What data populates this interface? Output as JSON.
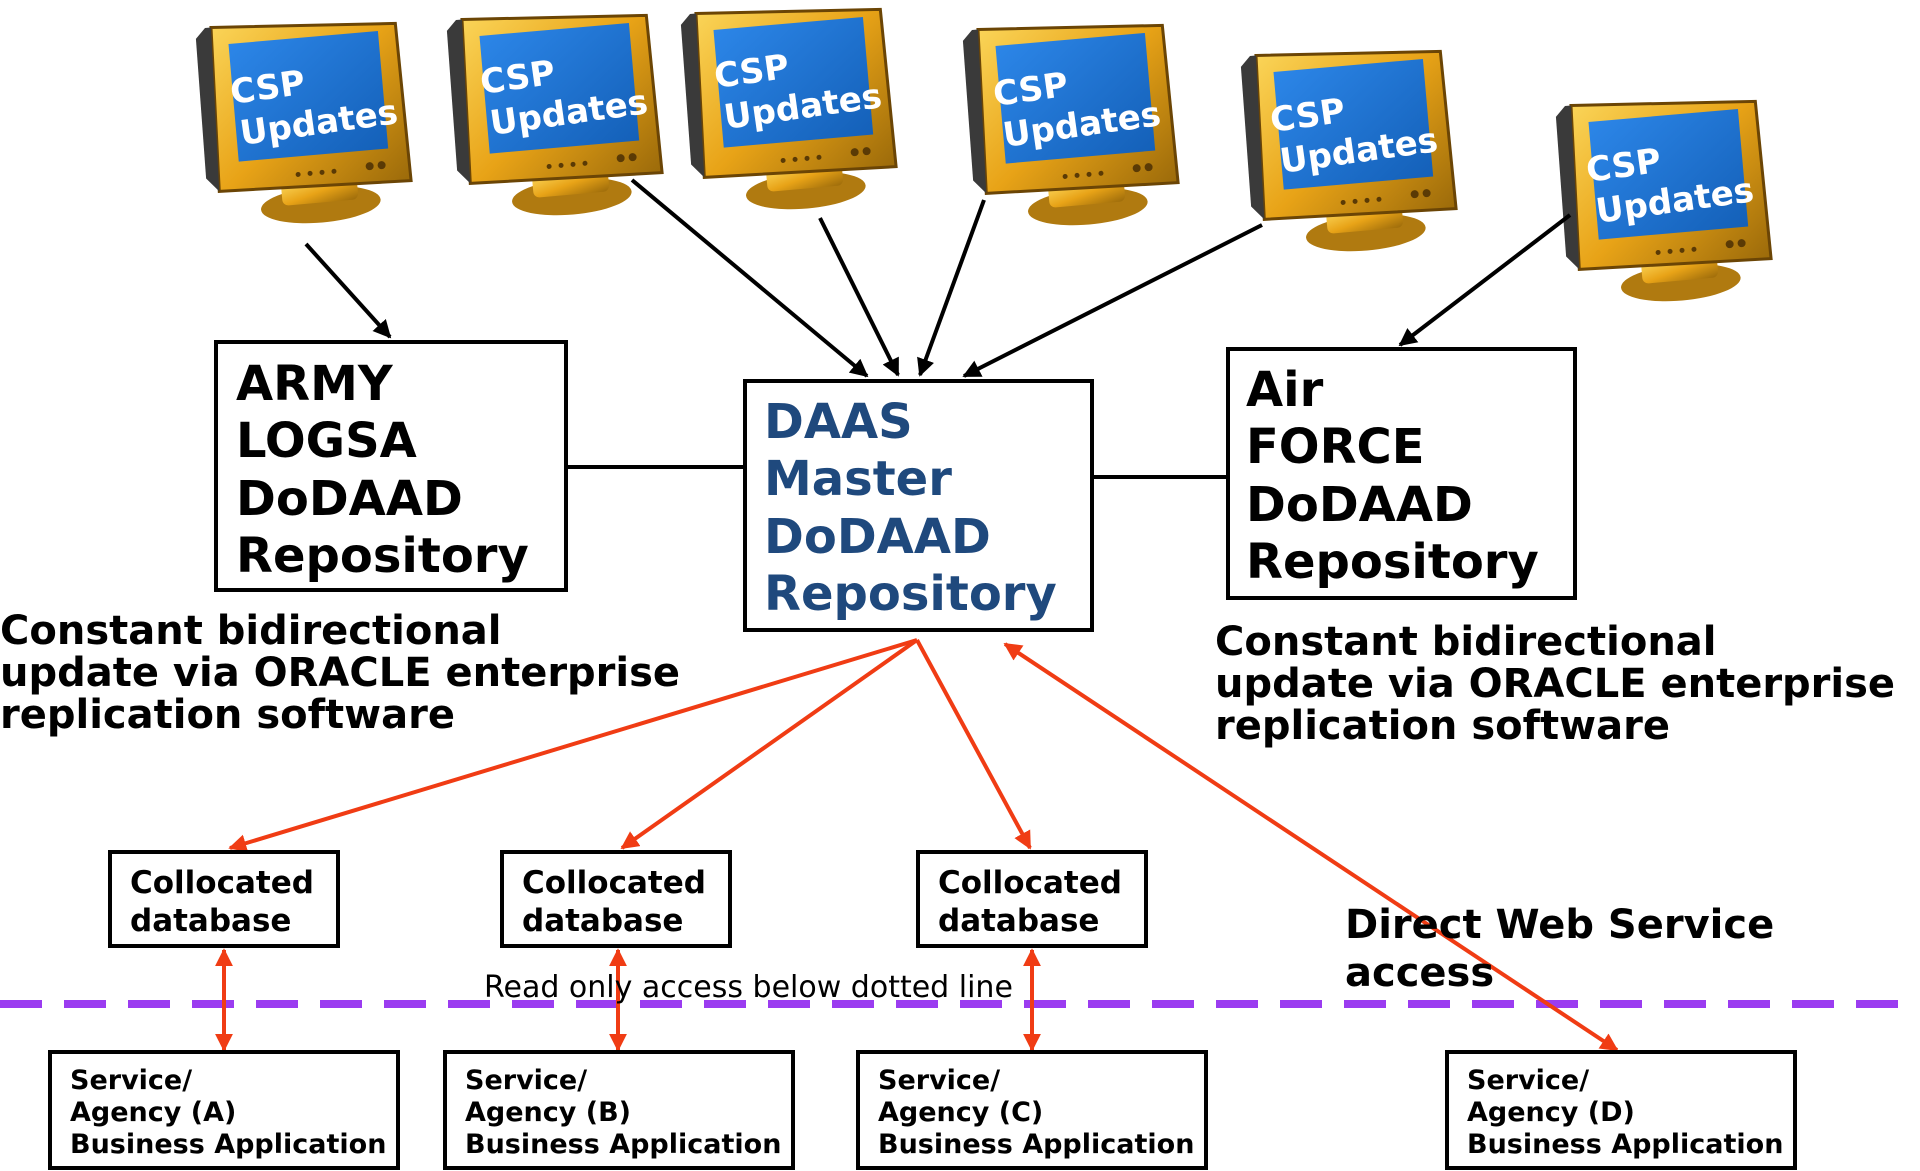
{
  "monitor_label": [
    "CSP",
    "Updates"
  ],
  "repositories": {
    "army": [
      "ARMY",
      "LOGSA",
      "DoDAAD",
      "Repository"
    ],
    "daas": [
      "DAAS",
      "Master",
      "DoDAAD",
      "Repository"
    ],
    "airforce": [
      "Air",
      "FORCE",
      "DoDAAD",
      "Repository"
    ]
  },
  "replication_note": [
    "Constant bidirectional",
    "update via ORACLE enterprise",
    "replication software"
  ],
  "collocated_db": [
    "Collocated",
    "database"
  ],
  "apps": [
    [
      "Service/",
      "Agency (A)",
      "Business Application"
    ],
    [
      "Service/",
      "Agency (B)",
      "Business Application"
    ],
    [
      "Service/",
      "Agency (C)",
      "Business Application"
    ],
    [
      "Service/",
      "Agency (D)",
      "Business Application"
    ]
  ],
  "direct_access": [
    "Direct Web Service",
    "access"
  ],
  "read_only_note": "Read only access below dotted line",
  "colors": {
    "arrow_black": "#000000",
    "arrow_red": "#f03c14",
    "dashed_line": "#9b3cf0",
    "daas_text": "#1f497d",
    "screen_blue": "#1a6fd0",
    "monitor_gold": "#e8a317"
  }
}
